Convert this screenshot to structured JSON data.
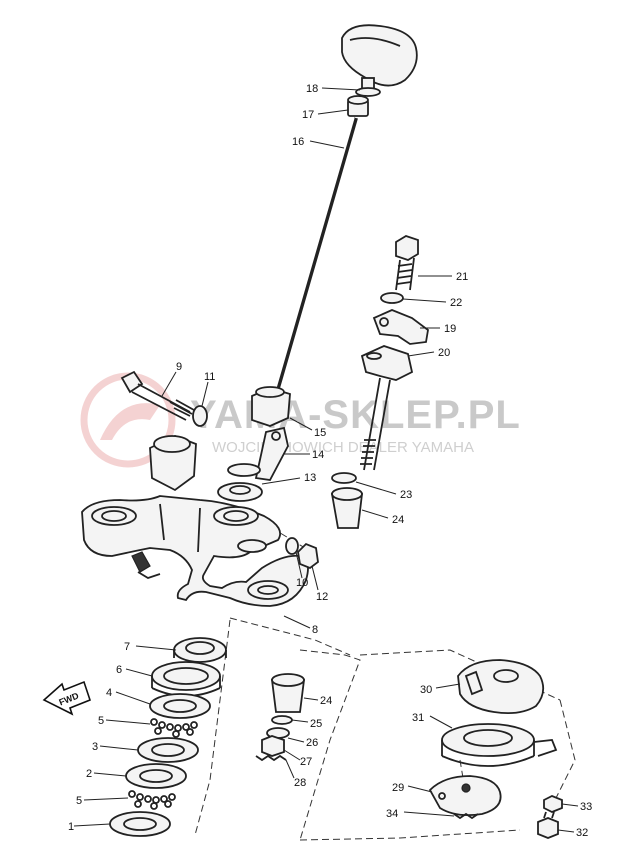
{
  "watermark": {
    "brand": "YAMA-SKLEP.PL",
    "tagline": "WOJCIECHOWICH DEALER YAMAHA"
  },
  "forward_marker": "FWD",
  "parts": [
    {
      "number": "1"
    },
    {
      "number": "2"
    },
    {
      "number": "3"
    },
    {
      "number": "4"
    },
    {
      "number": "5"
    },
    {
      "number": "5"
    },
    {
      "number": "6"
    },
    {
      "number": "7"
    },
    {
      "number": "8"
    },
    {
      "number": "9"
    },
    {
      "number": "10"
    },
    {
      "number": "11"
    },
    {
      "number": "12"
    },
    {
      "number": "13"
    },
    {
      "number": "14"
    },
    {
      "number": "15"
    },
    {
      "number": "16"
    },
    {
      "number": "17"
    },
    {
      "number": "18"
    },
    {
      "number": "19"
    },
    {
      "number": "20"
    },
    {
      "number": "21"
    },
    {
      "number": "22"
    },
    {
      "number": "23"
    },
    {
      "number": "24"
    },
    {
      "number": "24"
    },
    {
      "number": "25"
    },
    {
      "number": "26"
    },
    {
      "number": "27"
    },
    {
      "number": "28"
    },
    {
      "number": "29"
    },
    {
      "number": "30"
    },
    {
      "number": "31"
    },
    {
      "number": "32"
    },
    {
      "number": "33"
    },
    {
      "number": "34"
    }
  ]
}
